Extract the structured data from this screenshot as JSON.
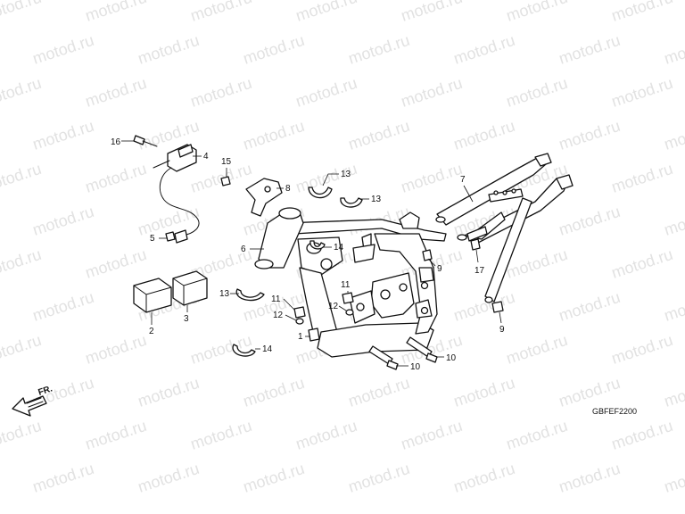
{
  "watermark": {
    "text": "motod.ru"
  },
  "diagram_code": "GBFEF2200",
  "direction_marker": {
    "text": "FR."
  },
  "callouts": [
    {
      "id": "c16",
      "label": "16"
    },
    {
      "id": "c4",
      "label": "4"
    },
    {
      "id": "c15",
      "label": "15"
    },
    {
      "id": "c8",
      "label": "8"
    },
    {
      "id": "c13a",
      "label": "13"
    },
    {
      "id": "c13b",
      "label": "13"
    },
    {
      "id": "c7",
      "label": "7"
    },
    {
      "id": "c5",
      "label": "5"
    },
    {
      "id": "c6",
      "label": "6"
    },
    {
      "id": "c14a",
      "label": "14"
    },
    {
      "id": "c9a",
      "label": "9"
    },
    {
      "id": "c17",
      "label": "17"
    },
    {
      "id": "c13c",
      "label": "13"
    },
    {
      "id": "c11a",
      "label": "11"
    },
    {
      "id": "c11b",
      "label": "11"
    },
    {
      "id": "c12a",
      "label": "12"
    },
    {
      "id": "c12b",
      "label": "12"
    },
    {
      "id": "c2",
      "label": "2"
    },
    {
      "id": "c3",
      "label": "3"
    },
    {
      "id": "c1",
      "label": "1"
    },
    {
      "id": "c9b",
      "label": "9"
    },
    {
      "id": "c14b",
      "label": "14"
    },
    {
      "id": "c10a",
      "label": "10"
    },
    {
      "id": "c10b",
      "label": "10"
    }
  ],
  "colors": {
    "line": "#111111",
    "watermark": "#e2e2e2",
    "background": "#ffffff"
  }
}
